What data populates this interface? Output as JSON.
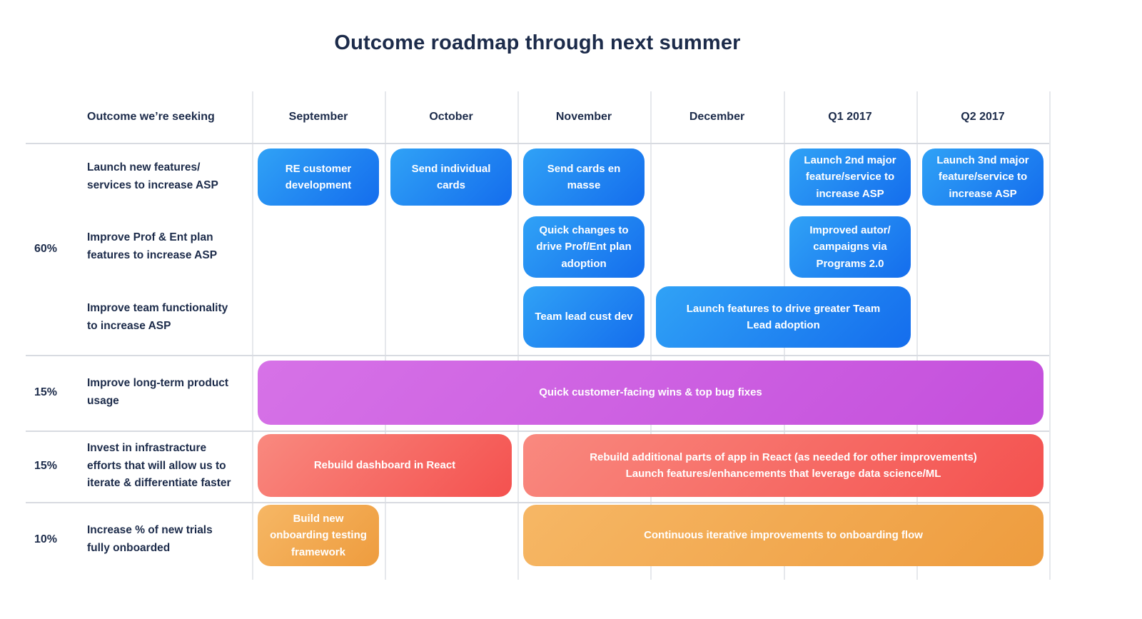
{
  "title": "Outcome roadmap through next summer",
  "colors": {
    "text_navy": "#1C2B4A",
    "card_blue_start": "#30A2F6",
    "card_blue_end": "#146DED",
    "card_purple_start": "#D672E7",
    "card_purple_end": "#C44FDC",
    "card_red_start": "#F9897F",
    "card_red_end": "#F4514F",
    "card_orange_start": "#F6B765",
    "card_orange_end": "#EE9C3E",
    "gridline": "#D8DBE1",
    "card_text": "#FFFFFF"
  },
  "header": {
    "outcome": "Outcome we’re seeking",
    "months": [
      "September",
      "October",
      "November",
      "December",
      "Q1 2017",
      "Q2 2017"
    ]
  },
  "groups": [
    {
      "percent": "60%",
      "outcomes": [
        {
          "label": "Launch new features/\nservices to increase ASP",
          "cards": [
            {
              "label": "RE customer\ndevelopment",
              "color": "blue",
              "start": "September",
              "end": "September"
            },
            {
              "label": "Send individual\ncards",
              "color": "blue",
              "start": "October",
              "end": "October"
            },
            {
              "label": "Send cards en\nmasse",
              "color": "blue",
              "start": "November",
              "end": "November"
            },
            {
              "label": "Launch 2nd major\nfeature/service to\nincrease ASP",
              "color": "blue",
              "start": "Q1 2017",
              "end": "Q1 2017"
            },
            {
              "label": "Launch 3nd major\nfeature/service to\nincrease ASP",
              "color": "blue",
              "start": "Q2 2017",
              "end": "Q2 2017"
            }
          ]
        },
        {
          "label": "Improve Prof & Ent plan\nfeatures to increase ASP",
          "cards": [
            {
              "label": "Quick changes to\ndrive Prof/Ent plan\nadoption",
              "color": "blue",
              "start": "November",
              "end": "November"
            },
            {
              "label": "Improved autor/\ncampaigns via\nPrograms 2.0",
              "color": "blue",
              "start": "Q1 2017",
              "end": "Q1 2017"
            }
          ]
        },
        {
          "label": "Improve team functionality\nto increase ASP",
          "cards": [
            {
              "label": "Team lead cust dev",
              "color": "blue",
              "start": "November",
              "end": "November"
            },
            {
              "label": "Launch features to drive greater Team\nLead adoption",
              "color": "blue",
              "start": "December",
              "end": "Q1 2017"
            }
          ]
        }
      ]
    },
    {
      "percent": "15%",
      "outcomes": [
        {
          "label": "Improve long-term product\nusage",
          "cards": [
            {
              "label": "Quick customer-facing wins & top bug fixes",
              "color": "purple",
              "start": "September",
              "end": "Q2 2017"
            }
          ]
        }
      ]
    },
    {
      "percent": "15%",
      "outcomes": [
        {
          "label": "Invest in infrastracture\nefforts that will allow us to\niterate & differentiate faster",
          "cards": [
            {
              "label": "Rebuild dashboard in React",
              "color": "red",
              "start": "September",
              "end": "October"
            },
            {
              "label": "Rebuild additional parts of app in React (as needed for other improvements)\nLaunch features/enhancements that leverage data science/ML",
              "color": "red",
              "start": "November",
              "end": "Q2 2017"
            }
          ]
        }
      ]
    },
    {
      "percent": "10%",
      "outcomes": [
        {
          "label": "Increase % of new trials\nfully onboarded",
          "cards": [
            {
              "label": "Build new\nonboarding testing\nframework",
              "color": "orange",
              "start": "September",
              "end": "September"
            },
            {
              "label": "Continuous iterative improvements to onboarding flow",
              "color": "orange",
              "start": "November",
              "end": "Q2 2017"
            }
          ]
        }
      ]
    }
  ]
}
